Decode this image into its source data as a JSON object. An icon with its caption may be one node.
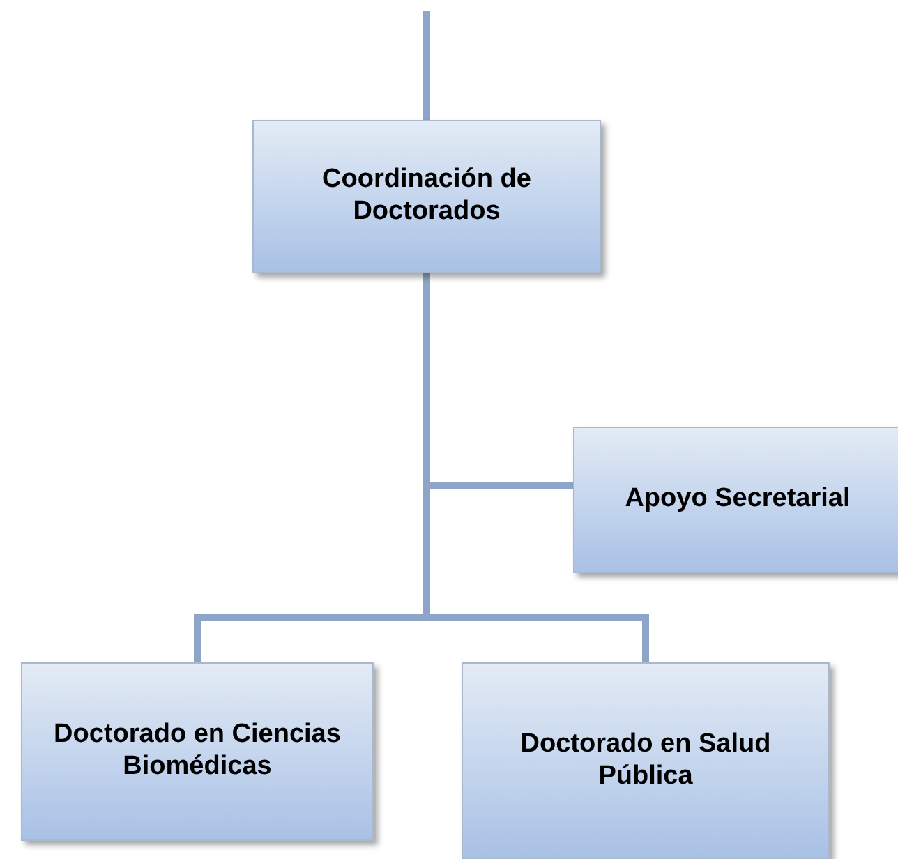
{
  "diagram": {
    "nodes": [
      {
        "text": [
          "Coordinación de Doctorados"
        ]
      },
      {
        "text": [
          "Apoyo Secretarial"
        ]
      },
      {
        "text": [
          "Doctorado en Ciencias Biomédicas"
        ]
      },
      {
        "text": [
          "Doctorado en Salud Pública"
        ]
      }
    ],
    "edges": [
      {
        "from": null,
        "to": 0,
        "arrow": "none"
      },
      {
        "from": 0,
        "to": 1,
        "arrow": "none"
      },
      {
        "from": 0,
        "to": 2,
        "arrow": "none"
      },
      {
        "from": 0,
        "to": 3,
        "arrow": "none"
      }
    ]
  }
}
